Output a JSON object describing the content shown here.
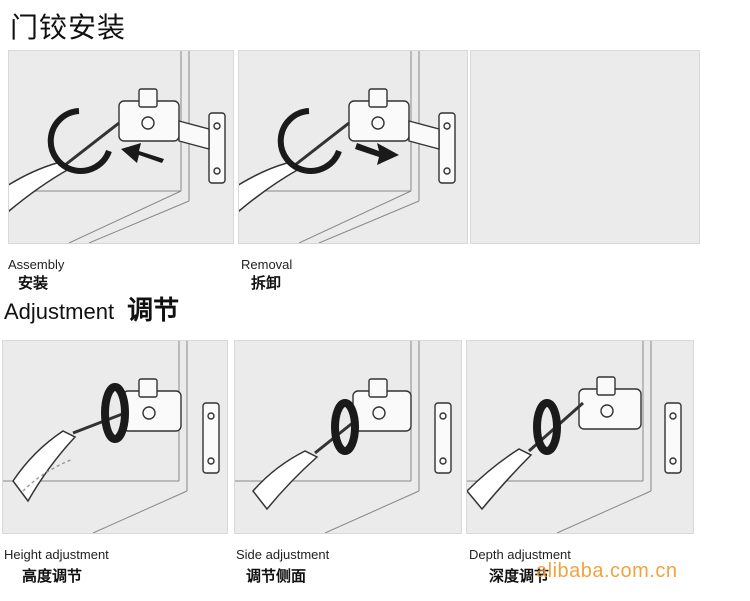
{
  "header": {
    "title": "门铰安装"
  },
  "adjustment_section": {
    "title_en": "Adjustment",
    "title_cn": "调节"
  },
  "panels": [
    {
      "caption_en": "Assembly",
      "caption_cn": "安装"
    },
    {
      "caption_en": "Removal",
      "caption_cn": "拆卸"
    },
    {
      "caption_en": "Height adjustment",
      "caption_cn": "高度调节"
    },
    {
      "caption_en": "Side adjustment",
      "caption_cn": "调节侧面"
    },
    {
      "caption_en": "Depth adjustment",
      "caption_cn": "深度调节"
    }
  ],
  "watermark": "alibaba.com.cn",
  "colors": {
    "panel_bg": "#ebebeb",
    "dark": "#1a1a1a",
    "watermark": "#f29a2a"
  }
}
